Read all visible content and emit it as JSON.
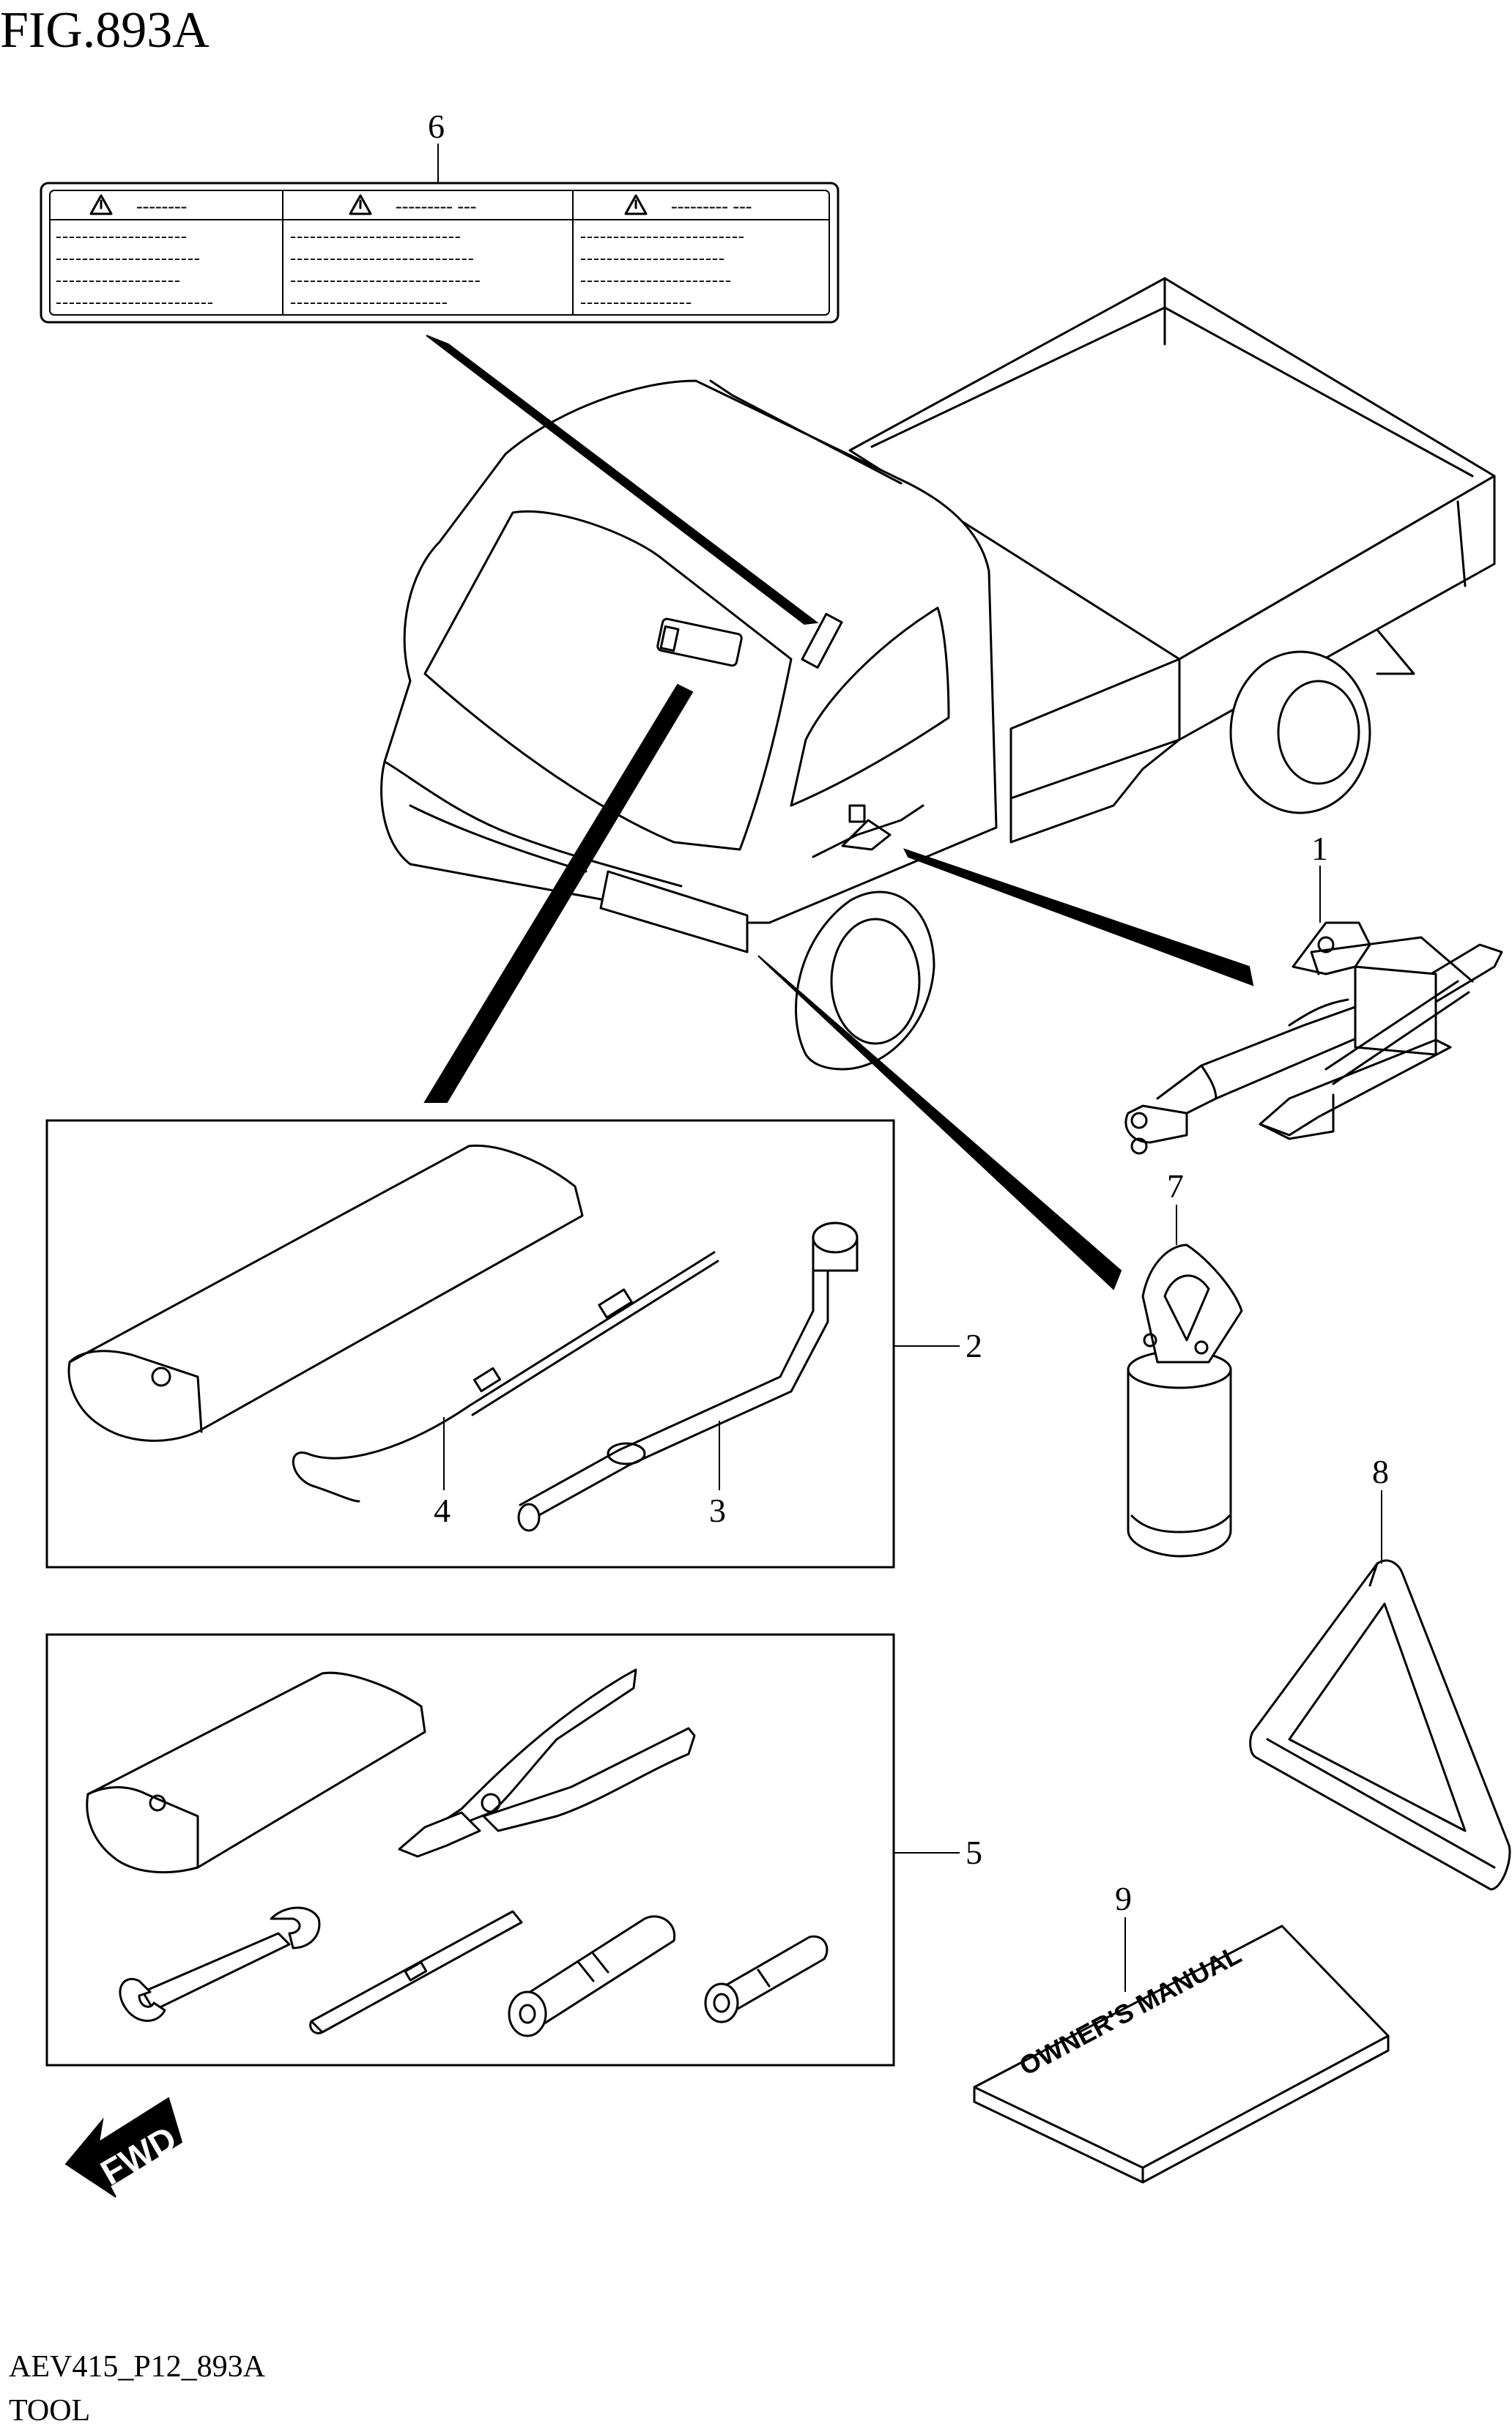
{
  "figure": {
    "title": "FIG.893A",
    "code": "AEV415_P12_893A",
    "name": "TOOL"
  },
  "callouts": {
    "c1": "1",
    "c2": "2",
    "c3": "3",
    "c4": "4",
    "c5": "5",
    "c6": "6",
    "c7": "7",
    "c8": "8",
    "c9": "9"
  },
  "warning_label": {
    "panel1_head": "--------",
    "panel2_head": "--------- ---",
    "panel3_head": "--------- ---",
    "p1_l1": "--------------------",
    "p1_l2": "----------------------",
    "p1_l3": "-------------------",
    "p1_l4": "------------------------",
    "p2_l1": "--------------------------",
    "p2_l2": "----------------------------",
    "p2_l3": "-----------------------------",
    "p2_l4": "------------------------",
    "p3_l1": "-------------------------",
    "p3_l2": "----------------------",
    "p3_l3": "-----------------------",
    "p3_l4": "-----------------"
  },
  "manual": {
    "text": "OWNER'S MANUAL"
  },
  "direction": {
    "text": "FWD"
  }
}
